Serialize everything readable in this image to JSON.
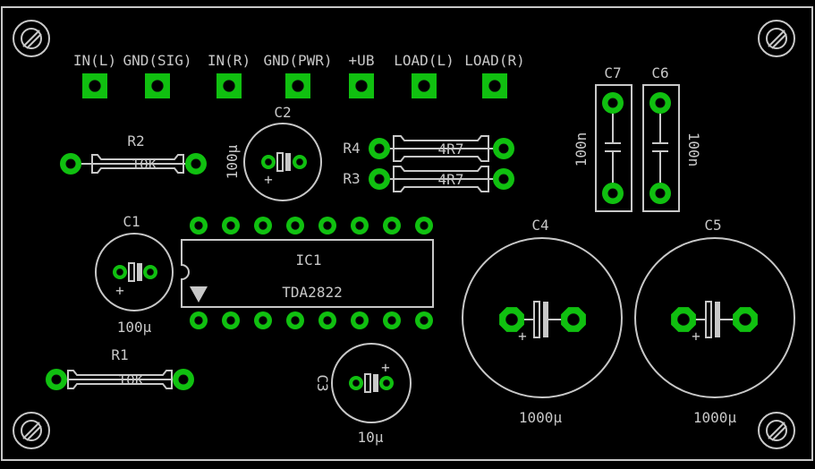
{
  "colors": {
    "background": "#000000",
    "silkscreen": "#c8c8c8",
    "pad": "#10c010"
  },
  "board": {
    "connectors": [
      {
        "label": "IN(L)"
      },
      {
        "label": "GND(SIG)"
      },
      {
        "label": "IN(R)"
      },
      {
        "label": "GND(PWR)"
      },
      {
        "label": "+UB"
      },
      {
        "label": "LOAD(L)"
      },
      {
        "label": "LOAD(R)"
      }
    ],
    "r2": {
      "ref": "R2",
      "value": "10K"
    },
    "r1": {
      "ref": "R1",
      "value": "10K"
    },
    "r4": {
      "ref": "R4",
      "value": "4R7"
    },
    "r3": {
      "ref": "R3",
      "value": "4R7"
    },
    "c2": {
      "ref": "C2",
      "value": "100µ",
      "polarity": "+"
    },
    "c1": {
      "ref": "C1",
      "value": "100µ",
      "polarity": "+"
    },
    "c3": {
      "ref": "C3",
      "value": "10µ",
      "polarity": "+"
    },
    "c4": {
      "ref": "C4",
      "value": "1000µ",
      "polarity": "+"
    },
    "c5": {
      "ref": "C5",
      "value": "1000µ",
      "polarity": "+"
    },
    "c6": {
      "ref": "C6",
      "value": "100n"
    },
    "c7": {
      "ref": "C7",
      "value": "100n"
    },
    "ic1": {
      "ref": "IC1",
      "value": "TDA2822"
    }
  }
}
